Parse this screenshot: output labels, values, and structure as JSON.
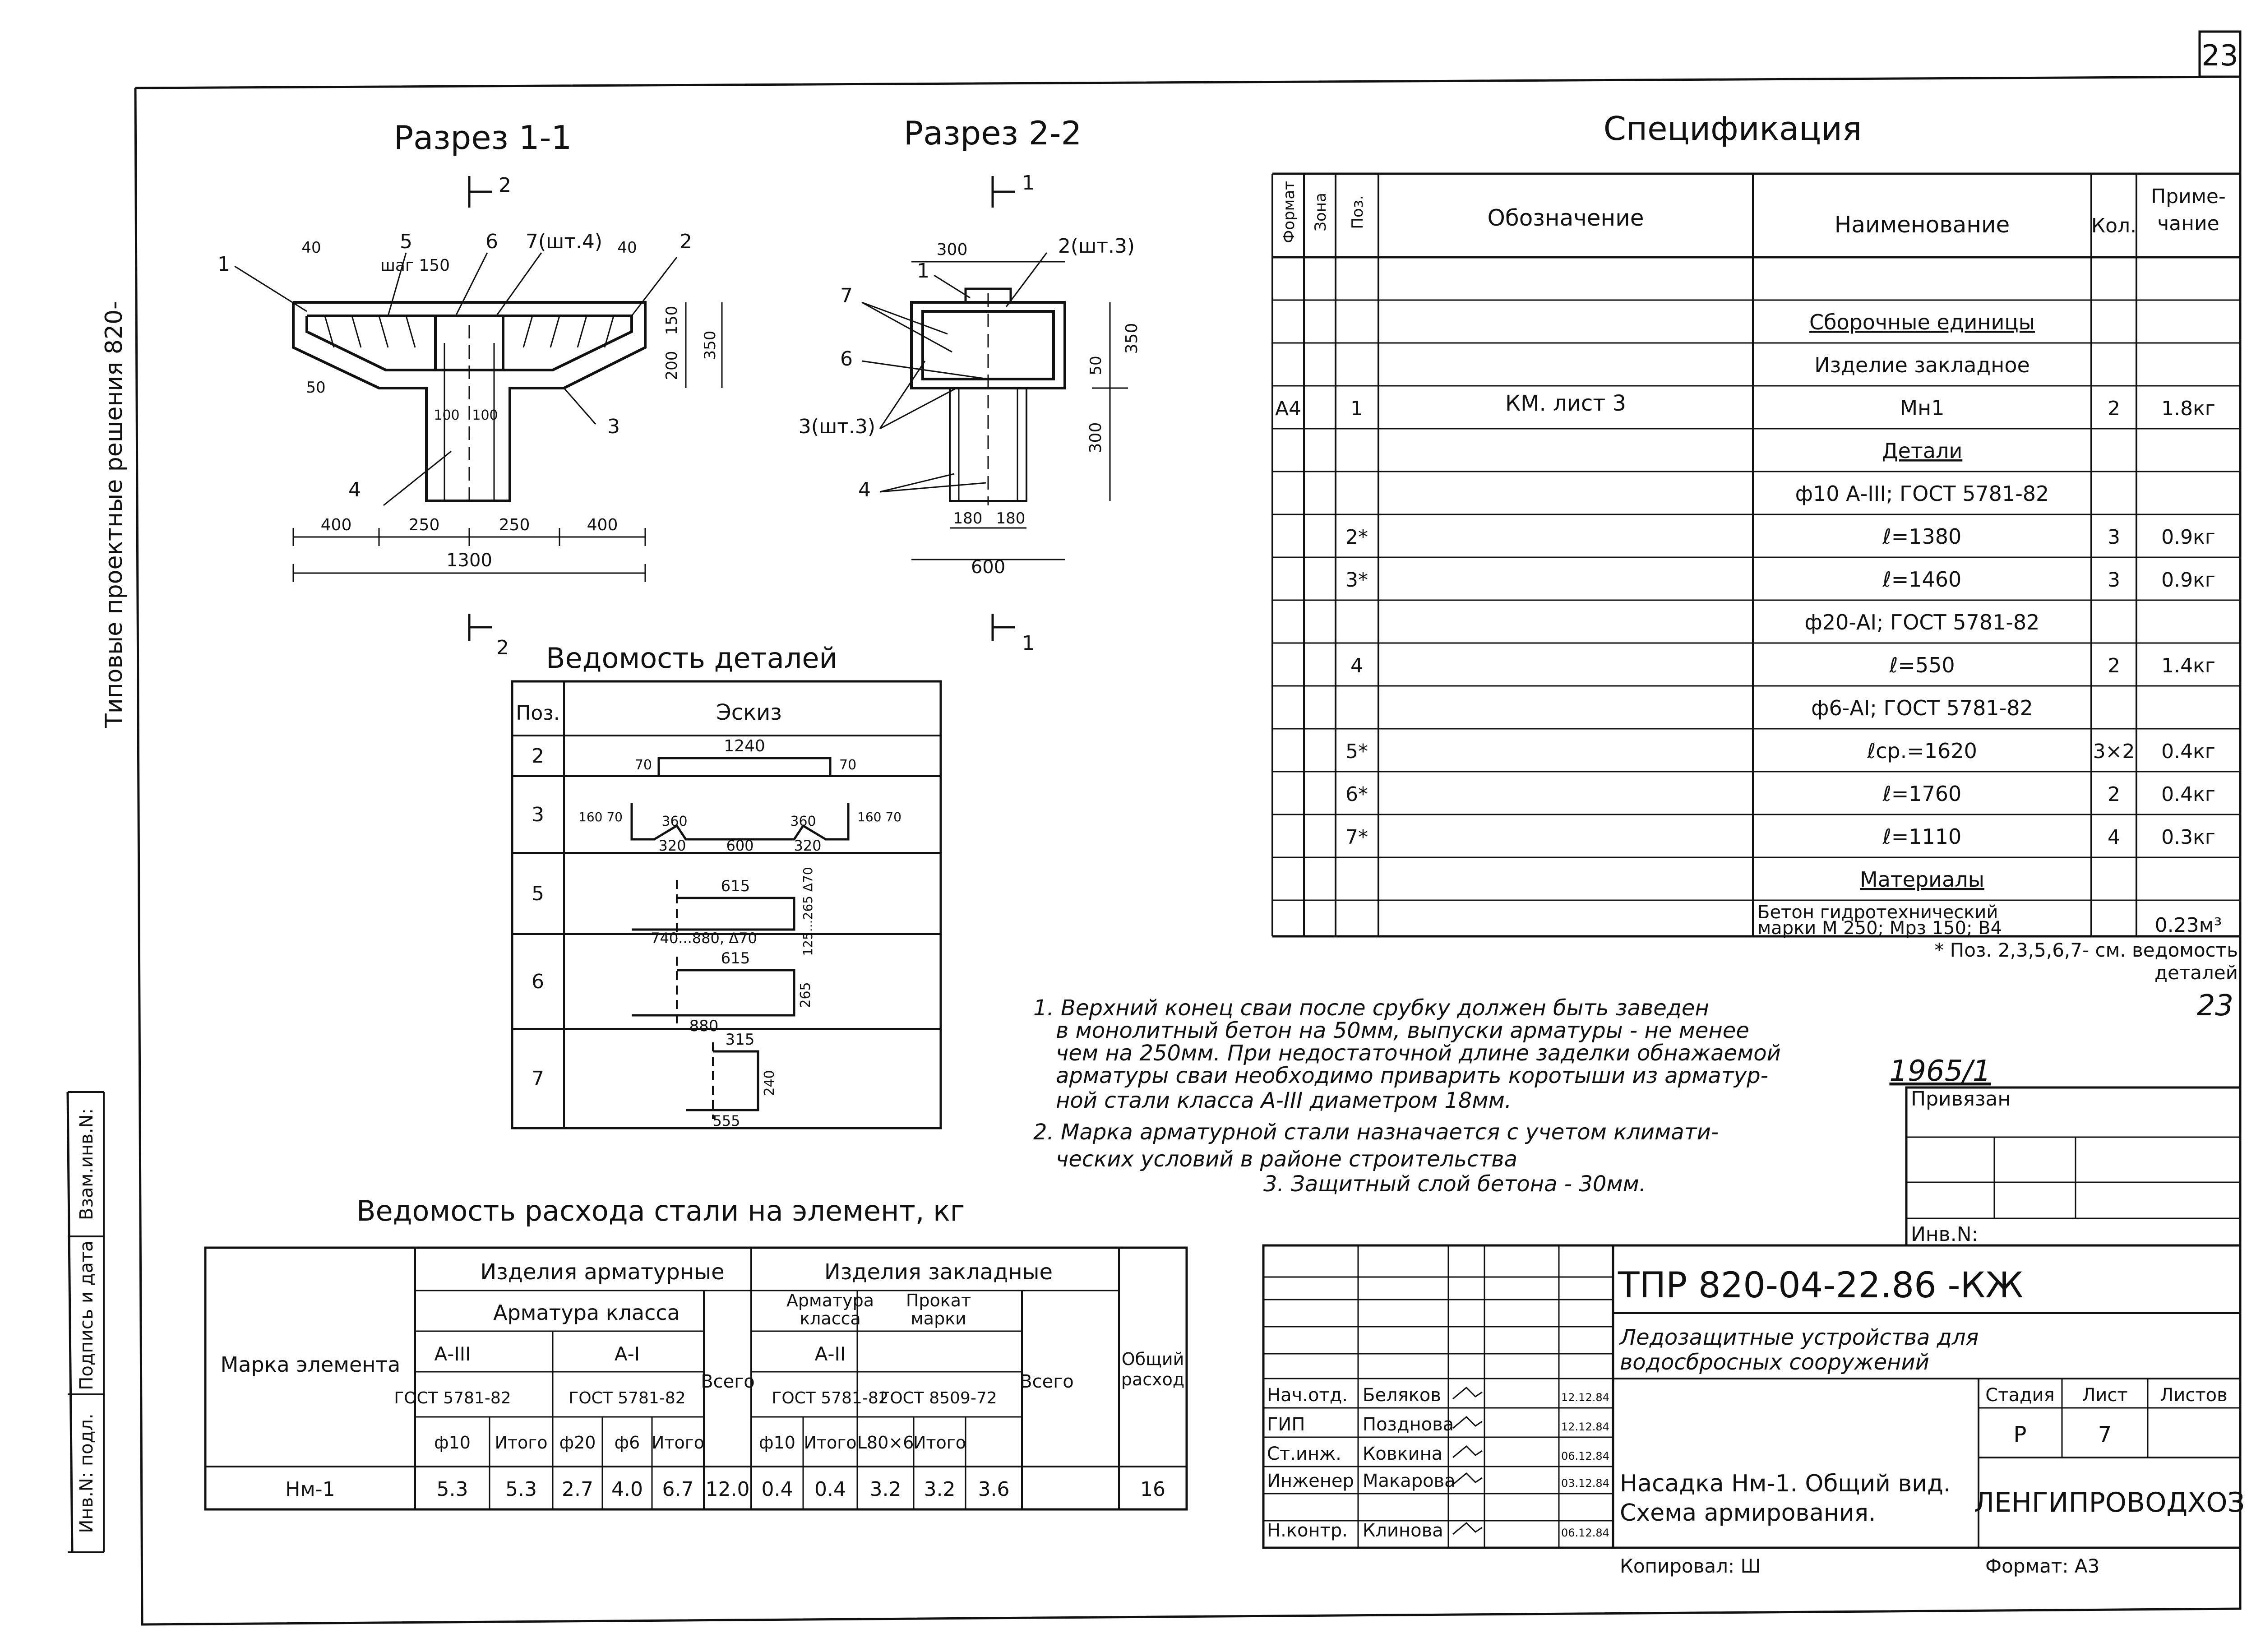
{
  "sheet": {
    "page_number": "23",
    "side_title": "Типовые проектные решения 820-",
    "side_stamps": [
      "Инв.N: подл.",
      "Подпись и дата",
      "Взам.инв.N:"
    ]
  },
  "section_1_1": {
    "title": "Разрез 1-1",
    "cut_marks": [
      "2",
      "2"
    ],
    "positions": [
      "1",
      "5",
      "6",
      "7(шт.4)",
      "2",
      "4",
      "3"
    ],
    "pitch_label": "шаг 150",
    "dims": [
      "40",
      "40",
      "50",
      "100",
      "100",
      "150",
      "200",
      "350",
      "400",
      "250",
      "250",
      "400",
      "1300"
    ]
  },
  "section_2_2": {
    "title": "Разрез 2-2",
    "cut_marks": [
      "1",
      "1"
    ],
    "positions": [
      "1",
      "2(шт.3)",
      "7",
      "6",
      "3(шт.3)",
      "4"
    ],
    "dims": [
      "300",
      "350",
      "50",
      "300",
      "180",
      "180",
      "600"
    ]
  },
  "details": {
    "title": "Ведомость деталей",
    "headers": [
      "Поз.",
      "Эскиз"
    ],
    "rows": [
      {
        "pos": "2",
        "labels": [
          "1240",
          "70",
          "70"
        ]
      },
      {
        "pos": "3",
        "labels": [
          "160",
          "70",
          "360",
          "360",
          "160",
          "70",
          "320",
          "600",
          "320"
        ]
      },
      {
        "pos": "5",
        "labels": [
          "615",
          "125...265",
          "Δ70",
          "740...880, Δ70"
        ]
      },
      {
        "pos": "6",
        "labels": [
          "615",
          "265",
          "880"
        ]
      },
      {
        "pos": "7",
        "labels": [
          "315",
          "240",
          "555"
        ]
      }
    ]
  },
  "specification": {
    "title": "Спецификация",
    "headers": [
      "Формат",
      "Зона",
      "Поз.",
      "Обозначение",
      "Наименование",
      "Кол.",
      "Приме-",
      "чание"
    ],
    "rows": [
      {
        "fmt": "",
        "zone": "",
        "pos": "",
        "des": "",
        "name": "",
        "qty": "",
        "note": ""
      },
      {
        "fmt": "",
        "zone": "",
        "pos": "",
        "des": "",
        "name": "Сборочные единицы",
        "qty": "",
        "note": "",
        "u": true
      },
      {
        "fmt": "",
        "zone": "",
        "pos": "",
        "des": "",
        "name": "Изделие закладное",
        "qty": "",
        "note": ""
      },
      {
        "fmt": "А4",
        "zone": "",
        "pos": "1",
        "des": "КМ. лист 3",
        "name": "Мн1",
        "qty": "2",
        "note": "1.8кг"
      },
      {
        "fmt": "",
        "zone": "",
        "pos": "",
        "des": "",
        "name": "Детали",
        "qty": "",
        "note": "",
        "u": true
      },
      {
        "fmt": "",
        "zone": "",
        "pos": "",
        "des": "",
        "name": "ф10 А-ІІІ; ГОСТ 5781-82",
        "qty": "",
        "note": ""
      },
      {
        "fmt": "",
        "zone": "",
        "pos": "2*",
        "des": "",
        "name": "ℓ=1380",
        "qty": "3",
        "note": "0.9кг"
      },
      {
        "fmt": "",
        "zone": "",
        "pos": "3*",
        "des": "",
        "name": "ℓ=1460",
        "qty": "3",
        "note": "0.9кг"
      },
      {
        "fmt": "",
        "zone": "",
        "pos": "",
        "des": "",
        "name": "ф20-АІ; ГОСТ 5781-82",
        "qty": "",
        "note": ""
      },
      {
        "fmt": "",
        "zone": "",
        "pos": "4",
        "des": "",
        "name": "ℓ=550",
        "qty": "2",
        "note": "1.4кг"
      },
      {
        "fmt": "",
        "zone": "",
        "pos": "",
        "des": "",
        "name": "ф6-АІ; ГОСТ 5781-82",
        "qty": "",
        "note": ""
      },
      {
        "fmt": "",
        "zone": "",
        "pos": "5*",
        "des": "",
        "name": "ℓср.=1620",
        "qty": "3×2",
        "note": "0.4кг"
      },
      {
        "fmt": "",
        "zone": "",
        "pos": "6*",
        "des": "",
        "name": "ℓ=1760",
        "qty": "2",
        "note": "0.4кг"
      },
      {
        "fmt": "",
        "zone": "",
        "pos": "7*",
        "des": "",
        "name": "ℓ=1110",
        "qty": "4",
        "note": "0.3кг"
      },
      {
        "fmt": "",
        "zone": "",
        "pos": "",
        "des": "",
        "name": "Материалы",
        "qty": "",
        "note": "",
        "u": true
      }
    ],
    "material_lines": [
      "Бетон гидротехнический",
      "марки М 250; Мрз 150; В4"
    ],
    "material_note": "0.23м³",
    "footnote": [
      "* Поз. 2,3,5,6,7- см. ведомость",
      "деталей"
    ],
    "sheet_ref": "23"
  },
  "notes": [
    "1. Верхний конец сваи после срубку должен быть заведен",
    "в монолитный бетон на 50мм, выпуски арматуры - не менее",
    "чем на 250мм. При недостаточной длине заделки обнажаемой",
    "арматуры сваи необходимо приварить коротыши из арматур-",
    "ной стали класса А-ІІІ диаметром 18мм.",
    "2. Марка арматурной стали назначается с учетом климати-",
    "ческих условий в районе строительства",
    "3. Защитный слой бетона - 30мм."
  ],
  "steel_table": {
    "title": "Ведомость расхода стали на элемент, кг",
    "mark_header": "Марка элемента",
    "group1": "Изделия арматурные",
    "group1_sub": "Арматура класса",
    "class_a3": "А-ІІІ",
    "class_a1": "А-І",
    "gost1": "ГОСТ 5781-82",
    "gost2": "ГОСТ 5781-82",
    "group2": "Изделия закладные",
    "sub2a": [
      "Арматура",
      "класса"
    ],
    "sub2b": [
      "Прокат",
      "марки"
    ],
    "class_a2": "А-ІІ",
    "gost3": "ГОСТ 5781-82",
    "gost4": "ГОСТ 8509-72",
    "total": "Всего",
    "total2": "Всего",
    "grand": [
      "Общий",
      "расход"
    ],
    "col_heads": [
      "ф10",
      "Итого",
      "ф20",
      "ф6",
      "Итого",
      "ф10",
      "Итого",
      "L80×6",
      "Итого"
    ],
    "row_values": [
      "Нм-1",
      "5.3",
      "5.3",
      "2.7",
      "4.0",
      "6.7",
      "12.0",
      "0.4",
      "0.4",
      "3.2",
      "3.2",
      "3.6",
      "16"
    ]
  },
  "title_block": {
    "album_no": "1965/1",
    "tied_label": "Привязан",
    "inv_label": "Инв.N:",
    "code": "ТПР 820-04-22.86 -КЖ",
    "project": [
      "Ледозащитные устройства для",
      "водосбросных сооружений"
    ],
    "sheet_title": [
      "Насадка Нм-1. Общий вид.",
      "Схема армирования."
    ],
    "stage_head": "Стадия",
    "sheet_head": "Лист",
    "sheets_head": "Листов",
    "stage": "Р",
    "sheet": "7",
    "sheets": "",
    "org": "ЛЕНГИПРОВОДХОЗ",
    "staff": [
      {
        "role": "Нач.отд.",
        "name": "Беляков",
        "date": "12.12.84"
      },
      {
        "role": "ГИП",
        "name": "Позднова",
        "date": "12.12.84"
      },
      {
        "role": "Ст.инж.",
        "name": "Ковкина",
        "date": "06.12.84"
      },
      {
        "role": "Инженер",
        "name": "Макарова",
        "date": "03.12.84"
      },
      {
        "role": "Н.контр.",
        "name": "Клинова",
        "date": "06.12.84"
      }
    ],
    "copied": "Копировал: Ш",
    "format": "Формат: А3"
  }
}
